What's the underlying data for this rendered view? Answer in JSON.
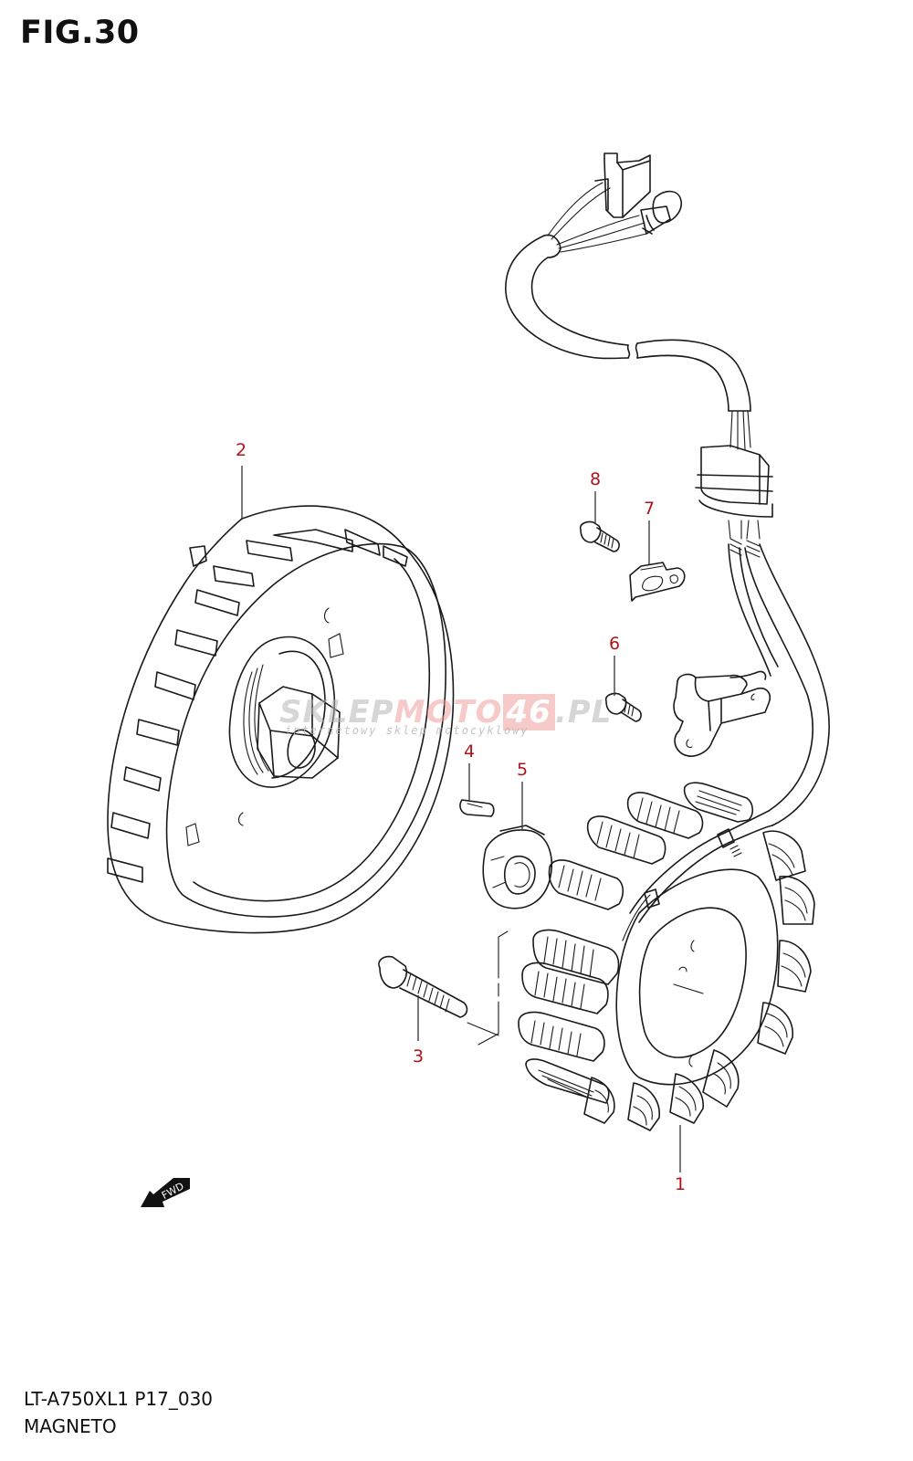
{
  "figure": {
    "title": "FIG.30",
    "model_code": "LT-A750XL1  P17_030",
    "section_name": "MAGNETO"
  },
  "callouts": [
    {
      "number": "1",
      "part": "stator"
    },
    {
      "number": "2",
      "part": "rotor-flywheel"
    },
    {
      "number": "3",
      "part": "stator-bolt"
    },
    {
      "number": "4",
      "part": "woodruff-key"
    },
    {
      "number": "5",
      "part": "flywheel-nut"
    },
    {
      "number": "6",
      "part": "pickup-bolt"
    },
    {
      "number": "7",
      "part": "wire-clamp"
    },
    {
      "number": "8",
      "part": "clamp-bolt"
    }
  ],
  "direction_marker": {
    "label": "FWD",
    "icon": "arrow-down-left-icon"
  },
  "watermark": {
    "part1": "SKLEP",
    "part2": "MOTO",
    "part3": "46",
    "part4": ".PL",
    "tagline": "internetowy sklep motocyklowy"
  },
  "colors": {
    "callout": "#b0141a",
    "line": "#1a1a1a",
    "watermark_red": "#f2a0a0",
    "watermark_gray": "#b5b5b5"
  }
}
